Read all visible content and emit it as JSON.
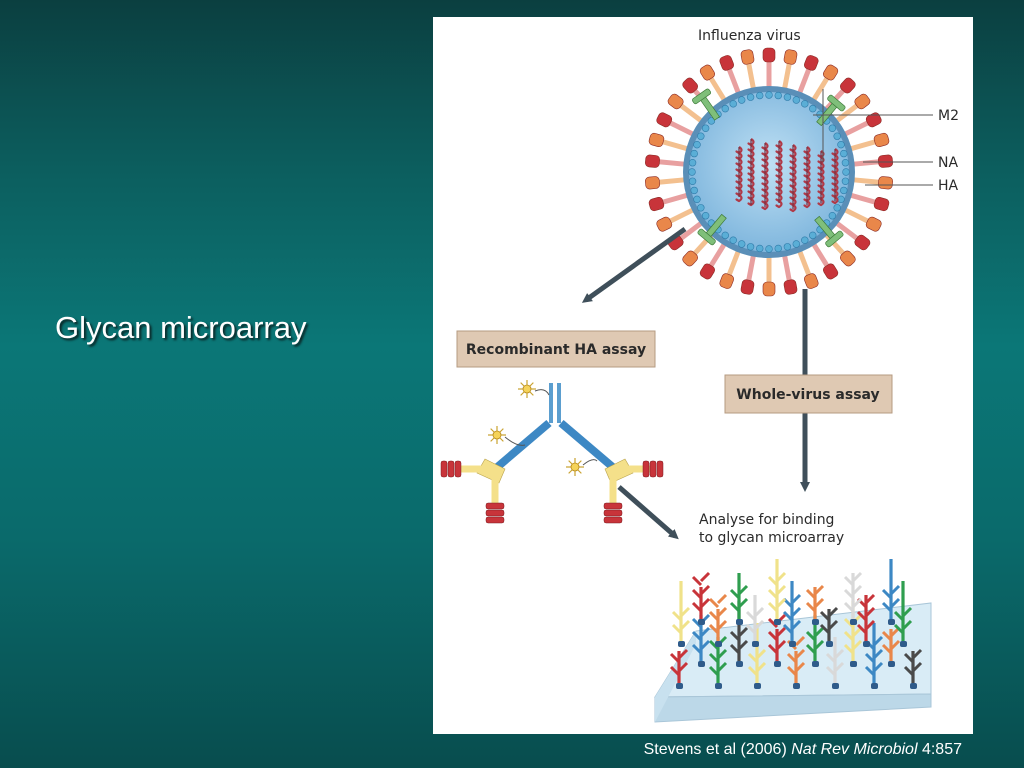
{
  "slide": {
    "title": "Glycan microarray"
  },
  "figure": {
    "virus_title": "Influenza virus",
    "labels": {
      "m2": "M2",
      "na": "NA",
      "ha": "HA"
    },
    "recombinant_assay": "Recombinant HA assay",
    "whole_virus_assay": "Whole-virus assay",
    "analyse_line1": "Analyse for binding",
    "analyse_line2": "to glycan microarray",
    "colors": {
      "envelope_blue": "#9cc8e6",
      "spike_red": "#c8343a",
      "spike_orange": "#e9874a",
      "arrow_gray": "#3f4f5a",
      "assay_box": "#dfc9b3",
      "chip": "#d9ecf6"
    }
  },
  "citation": {
    "authors": "Stevens et al (2006)",
    "journal": "Nat Rev Microbiol",
    "ref": "4:857"
  }
}
